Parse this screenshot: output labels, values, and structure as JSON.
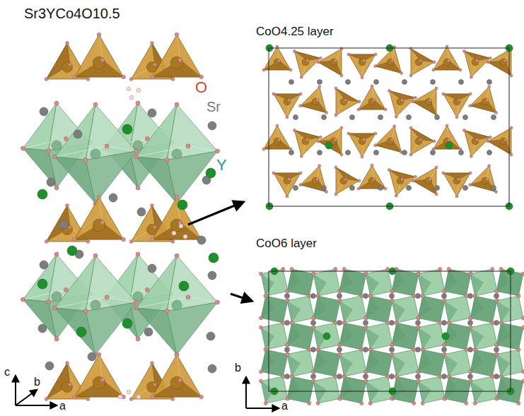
{
  "diagram": {
    "title": "Sr3YCo4O10.5",
    "labels": [
      "O",
      "Sr",
      "Y",
      "CoO4.25 layer",
      "CoO6 layer",
      "c",
      "b",
      "a",
      "b",
      "a"
    ]
  }
}
